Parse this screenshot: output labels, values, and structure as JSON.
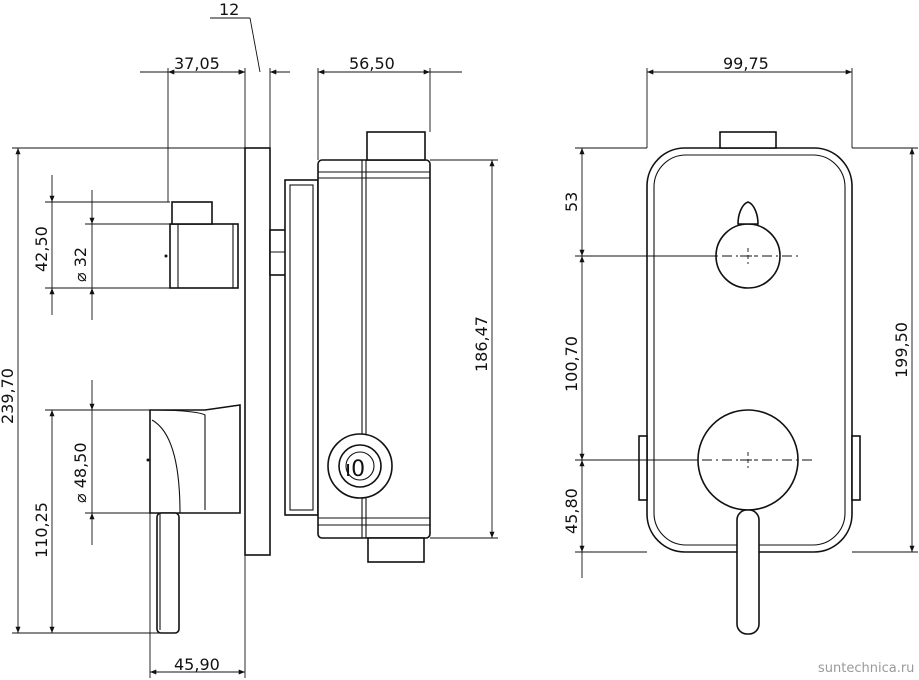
{
  "dimensions": {
    "side_plate_thickness": "12",
    "handle_projection": "37,05",
    "body_depth": "56,50",
    "front_width": "99,75",
    "knob_height": "42,50",
    "knob_diameter": "⌀ 32",
    "total_height": "239,70",
    "lever_diameter": "⌀ 48,50",
    "lever_height": "110,25",
    "lever_projection": "45,90",
    "body_height": "186,47",
    "knob_from_top": "53",
    "knob_to_lever": "100,70",
    "lever_from_bottom": "45,80",
    "plate_height": "199,50"
  },
  "watermark": "suntechnica.ru"
}
